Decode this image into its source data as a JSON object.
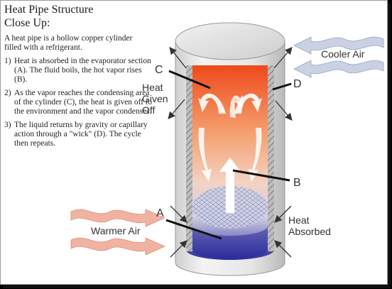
{
  "title": {
    "line1": "Heat Pipe Structure",
    "line2": "Close Up:"
  },
  "intro": "A heat pipe is a hollow copper cylinder filled with a refrigerant.",
  "steps": [
    {
      "num": "1)",
      "text": "Heat is absorbed in the evaporator section (A). The fluid boils, the hot vapor rises (B)."
    },
    {
      "num": "2)",
      "text": "As the vapor reaches the condensing area of the cylinder (C), the heat is given off to the environment and the vapor condenses."
    },
    {
      "num": "3)",
      "text": "The liquid returns by gravity or capillary action through a \"wick\" (D). The cycle then repeats."
    }
  ],
  "labels": {
    "cooler_air": "Cooler Air",
    "heat_given": "Heat",
    "given": "Given",
    "off": "Off",
    "warmer_air": "Warmer Air",
    "heat_absorbed_1": "Heat",
    "heat_absorbed_2": "Absorbed",
    "A": "A",
    "B": "B",
    "C": "C",
    "D": "D"
  },
  "colors": {
    "hot": "#ee4a1a",
    "warm": "#f5a070",
    "cold": "#2a2a9a",
    "air_arrow": "#c9d1e3",
    "warm_arrow": "#f1b3a1"
  }
}
